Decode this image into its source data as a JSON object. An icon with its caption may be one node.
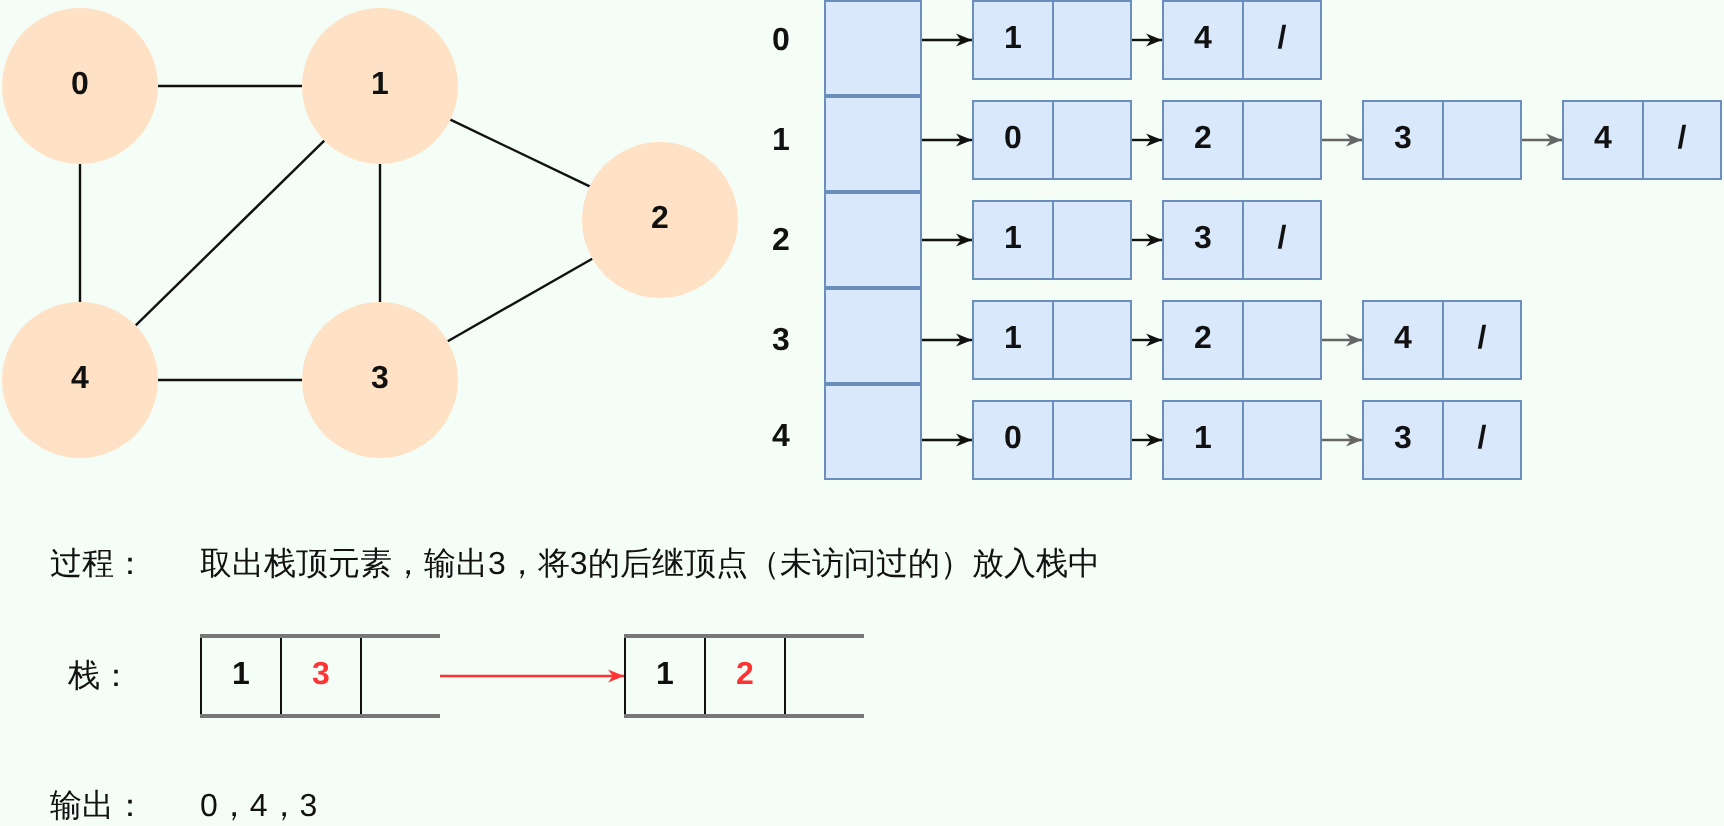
{
  "diagram": {
    "nodes": [
      {
        "text": [
          "0"
        ]
      },
      {
        "text": [
          "1"
        ]
      },
      {
        "text": [
          "2"
        ]
      },
      {
        "text": [
          "4"
        ]
      },
      {
        "text": [
          "3"
        ]
      },
      {
        "text": [],
        "shape": "box",
        "beside": [
          "0"
        ]
      },
      {
        "text": [
          "1"
        ]
      },
      {
        "text": [
          "4",
          "/"
        ]
      },
      {
        "text": [],
        "shape": "box",
        "beside": [
          "1"
        ]
      },
      {
        "text": [
          "0"
        ]
      },
      {
        "text": [
          "2"
        ]
      },
      {
        "text": [
          "3"
        ]
      },
      {
        "text": [
          "4",
          "/"
        ]
      },
      {
        "text": [],
        "shape": "box",
        "beside": [
          "2"
        ]
      },
      {
        "text": [
          "1"
        ]
      },
      {
        "text": [
          "3",
          "/"
        ]
      },
      {
        "text": [],
        "shape": "box",
        "beside": [
          "3"
        ]
      },
      {
        "text": [
          "1"
        ]
      },
      {
        "text": [
          "2"
        ]
      },
      {
        "text": [
          "4",
          "/"
        ]
      },
      {
        "text": [],
        "shape": "box",
        "beside": [
          "4"
        ]
      },
      {
        "text": [
          "0"
        ]
      },
      {
        "text": [
          "1"
        ]
      },
      {
        "text": [
          "3",
          "/"
        ]
      },
      {
        "text": [
          "1",
          "3"
        ],
        "beside": [
          "栈："
        ]
      },
      {
        "text": [
          "1",
          "2"
        ]
      }
    ],
    "edges": [
      {
        "from": 0,
        "to": 1,
        "arrow": "none"
      },
      {
        "from": 0,
        "to": 3,
        "arrow": "none"
      },
      {
        "from": 1,
        "to": 3,
        "arrow": "none"
      },
      {
        "from": 1,
        "to": 4,
        "arrow": "none"
      },
      {
        "from": 1,
        "to": 2,
        "arrow": "none"
      },
      {
        "from": 3,
        "to": 4,
        "arrow": "none"
      },
      {
        "from": 4,
        "to": 2,
        "arrow": "none"
      },
      {
        "from": 5,
        "to": 6,
        "arrow": "to"
      },
      {
        "from": 6,
        "to": 7,
        "arrow": "to"
      },
      {
        "from": 8,
        "to": 9,
        "arrow": "to"
      },
      {
        "from": 9,
        "to": 10,
        "arrow": "to"
      },
      {
        "from": 10,
        "to": 11,
        "arrow": "to",
        "color": "#666666"
      },
      {
        "from": 11,
        "to": 12,
        "arrow": "to",
        "color": "#666666"
      },
      {
        "from": 13,
        "to": 14,
        "arrow": "to"
      },
      {
        "from": 14,
        "to": 15,
        "arrow": "to"
      },
      {
        "from": 16,
        "to": 17,
        "arrow": "to"
      },
      {
        "from": 17,
        "to": 18,
        "arrow": "to"
      },
      {
        "from": 18,
        "to": 19,
        "arrow": "to",
        "color": "#666666"
      },
      {
        "from": 20,
        "to": 21,
        "arrow": "to"
      },
      {
        "from": 21,
        "to": 22,
        "arrow": "to"
      },
      {
        "from": 22,
        "to": 23,
        "arrow": "to",
        "color": "#666666"
      },
      {
        "from": 24,
        "to": 25,
        "arrow": "to",
        "color": "#ff3333"
      }
    ],
    "labels": [
      "过程：",
      "取出栈顶元素，输出3，将3的后继顶点（未访问过的）放入栈中",
      "输出：",
      "0，4，3"
    ]
  }
}
